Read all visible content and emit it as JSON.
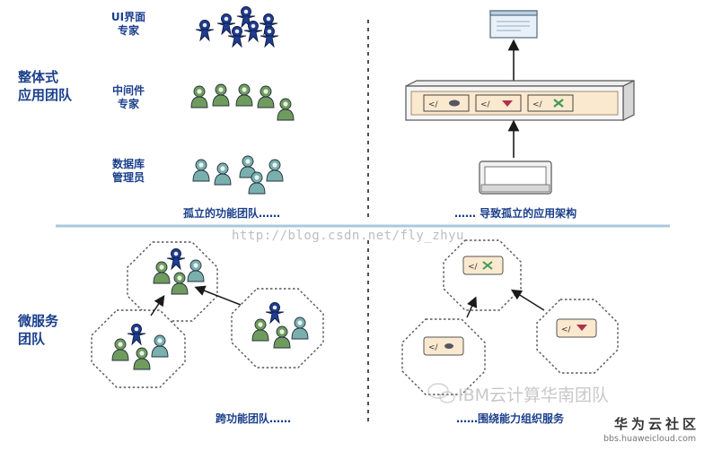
{
  "top": {
    "group_label": [
      "整体式",
      "应用团队"
    ],
    "teams": [
      {
        "label": [
          "UI界面",
          "专家"
        ],
        "color": "#1f3c8f"
      },
      {
        "label": [
          "中间件",
          "专家"
        ],
        "color": "#6f9c5c"
      },
      {
        "label": [
          "数据库",
          "管理员"
        ],
        "color": "#79b0ad"
      }
    ],
    "left_caption": "孤立的功能团队……",
    "right_caption": "…… 导致孤立的应用架构"
  },
  "bottom": {
    "group_label": [
      "微服务",
      "团队"
    ],
    "left_caption": "跨功能团队……",
    "right_caption": "……围绕能力组织服务"
  },
  "watermark": "http://blog.csdn.net/fly_zhyu",
  "ibm_watermark": "IBM云计算华南团队",
  "brand": {
    "name": "华为云社区",
    "url": "bbs.huaweicloud.com"
  },
  "colors": {
    "navy": "#1f3c8f",
    "green": "#6f9c5c",
    "teal": "#79b0ad",
    "divider": "#a8c8dc",
    "ui_box": "#fbe9cf"
  }
}
